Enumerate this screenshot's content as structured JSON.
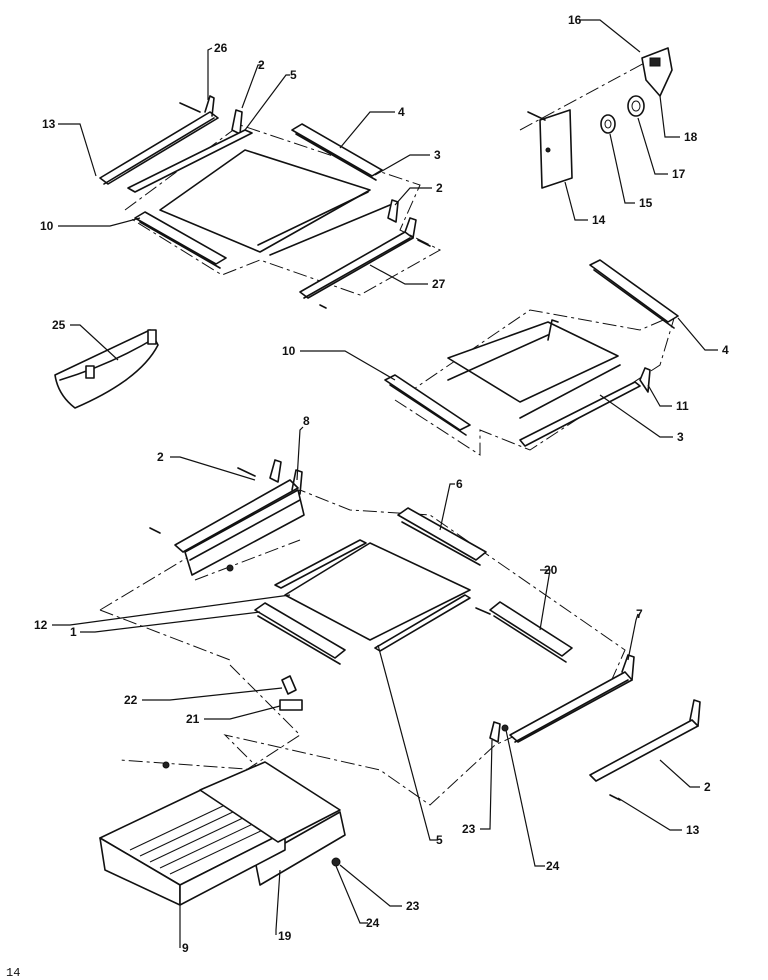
{
  "page_number": "14",
  "callouts": {
    "c26": "26",
    "c2a": "2",
    "c5a": "5",
    "c13a": "13",
    "c4a": "4",
    "c3a": "3",
    "c2b": "2",
    "c10a": "10",
    "c27": "27",
    "c16": "16",
    "c18": "18",
    "c17": "17",
    "c15": "15",
    "c14": "14",
    "c25": "25",
    "c10b": "10",
    "c4b": "4",
    "c11": "11",
    "c3b": "3",
    "c8": "8",
    "c2c": "2",
    "c6": "6",
    "c20": "20",
    "c12": "12",
    "c1": "1",
    "c7": "7",
    "c22": "22",
    "c21": "21",
    "c2d": "2",
    "c23a": "23",
    "c13b": "13",
    "c5b": "5",
    "c24a": "24",
    "c9": "9",
    "c19": "19",
    "c24b": "24",
    "c23b": "23"
  }
}
